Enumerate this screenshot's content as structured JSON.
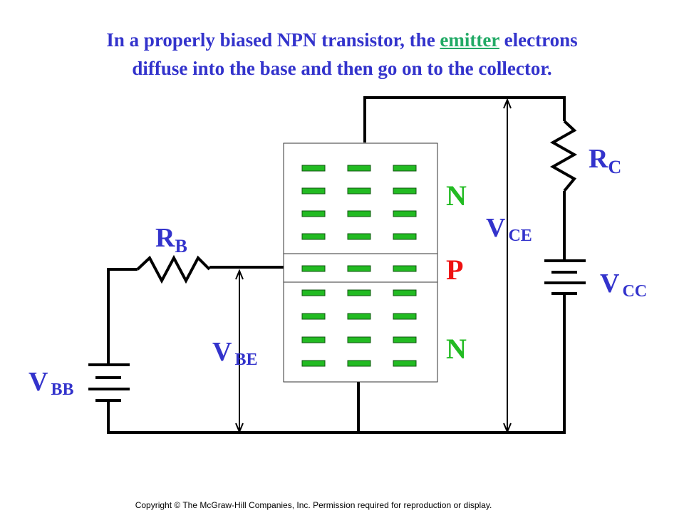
{
  "title": {
    "part1": "In a properly biased NPN transistor, the ",
    "highlight": "emitter",
    "part2": " electrons",
    "line2": "diffuse into the base and then go on to the collector."
  },
  "labels": {
    "rc_main": "R",
    "rc_sub": "C",
    "rb_main": "R",
    "rb_sub": "B",
    "vce_main": "V",
    "vce_sub": "CE",
    "vcc_main": "V",
    "vcc_sub": "CC",
    "vbe_main": "V",
    "vbe_sub": "BE",
    "vbb_main": "V",
    "vbb_sub": "BB",
    "region_top": "N",
    "region_mid": "P",
    "region_bot": "N"
  },
  "colors": {
    "title": "#3333cc",
    "highlight": "#22aa66",
    "label": "#3333cc",
    "n_region": "#22bb22",
    "p_region": "#ee1111",
    "electron": "#22bb22"
  },
  "electrons": {
    "collector_rows": 4,
    "base_rows": 1,
    "emitter_rows": 4,
    "columns": 3
  },
  "copyright": "Copyright © The McGraw-Hill Companies, Inc. Permission required for reproduction or display."
}
